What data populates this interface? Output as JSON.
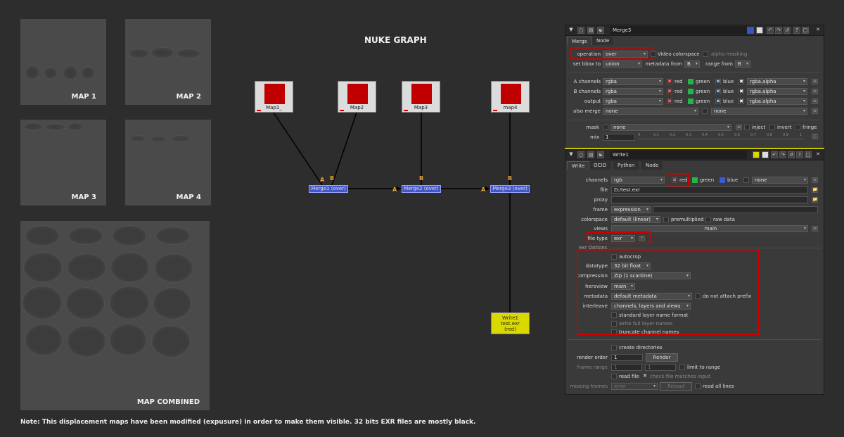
{
  "maps": {
    "map1": "MAP 1",
    "map2": "MAP 2",
    "map3": "MAP 3",
    "map4": "MAP 4",
    "combined": "MAP COMBINED"
  },
  "note": "Note: This displacement maps have been modified (expusure) in order to make them visible. 32 bits EXR files are mostly black.",
  "graph": {
    "title": "NUKE GRAPH",
    "reads": [
      "Map1_",
      "Map2",
      "Map3",
      "map4"
    ],
    "merges": [
      "Merge1 (over)",
      "Merge2 (over)",
      "Merge3 (over)"
    ],
    "input_a": "A",
    "input_b": "B",
    "write": {
      "line1": "Write1",
      "line2": "test.exr",
      "line3": "(red)"
    }
  },
  "merge_panel": {
    "name": "Merge3",
    "tabs": [
      "Merge",
      "Node"
    ],
    "operation_label": "operation",
    "operation": "over",
    "video_colorspace": "Video colorspace",
    "alpha_masking": "alpha masking",
    "set_bbox_label": "set bbox to",
    "set_bbox": "union",
    "metadata_from_label": "metadata from",
    "metadata_from": "B",
    "range_from_label": "range from",
    "range_from": "B",
    "a_channels_label": "A channels",
    "a_channels": "rgba",
    "b_channels_label": "B channels",
    "b_channels": "rgba",
    "output_label": "output",
    "output": "rgba",
    "red": "red",
    "green": "green",
    "blue": "blue",
    "alpha_ch": "rgba.alpha",
    "also_merge_label": "also merge",
    "also_merge": "none",
    "also_merge2": "none",
    "mask_label": "mask",
    "mask": "none",
    "inject": "inject",
    "invert": "invert",
    "fringe": "fringe",
    "mix_label": "mix",
    "mix": "1",
    "mix_ticks": [
      "0",
      "0.1",
      "0.2",
      "0.3",
      "0.4",
      "0.5",
      "0.6",
      "0.7",
      "0.8",
      "0.9",
      "1"
    ]
  },
  "write_panel": {
    "name": "Write1",
    "tabs": [
      "Write",
      "OCIO",
      "Python",
      "Node"
    ],
    "channels_label": "channels",
    "channels": "rgb",
    "red": "red",
    "green": "green",
    "blue": "blue",
    "channels_extra": "none",
    "file_label": "file",
    "file": "D:/test.exr",
    "proxy_label": "proxy",
    "frame_label": "frame",
    "frame": "expression",
    "colorspace_label": "colorspace",
    "colorspace": "default (linear)",
    "premultiplied": "premultiplied",
    "raw_data": "raw data",
    "views_label": "views",
    "views": "main",
    "file_type_label": "file type",
    "file_type": "exr",
    "help": "?",
    "exr_options": "exr Options",
    "autocrop": "autocrop",
    "datatype_label": "datatype",
    "datatype": "32 bit float",
    "compression_label": "compression",
    "compression": "Zip (1 scanline)",
    "heroview_label": "heroview",
    "heroview": "main",
    "metadata_label": "metadata",
    "metadata": "default metadata",
    "do_not_attach": "do not attach prefix",
    "interleave_label": "interleave",
    "interleave": "channels, layers and views",
    "standard_layer": "standard layer name format",
    "write_full_layer": "write full layer names",
    "truncate": "truncate channel names",
    "create_dirs": "create directories",
    "render_order_label": "render order",
    "render_order": "1",
    "render": "Render",
    "frame_range_label": "frame range",
    "frame_range_start": "1",
    "frame_range_end": "1",
    "limit_to_range": "limit to range",
    "read_file": "read file",
    "check_file": "check file matches input",
    "missing_frames_label": "missing frames",
    "missing_frames": "error",
    "reload": "Reload",
    "read_all_lines": "read all lines"
  }
}
